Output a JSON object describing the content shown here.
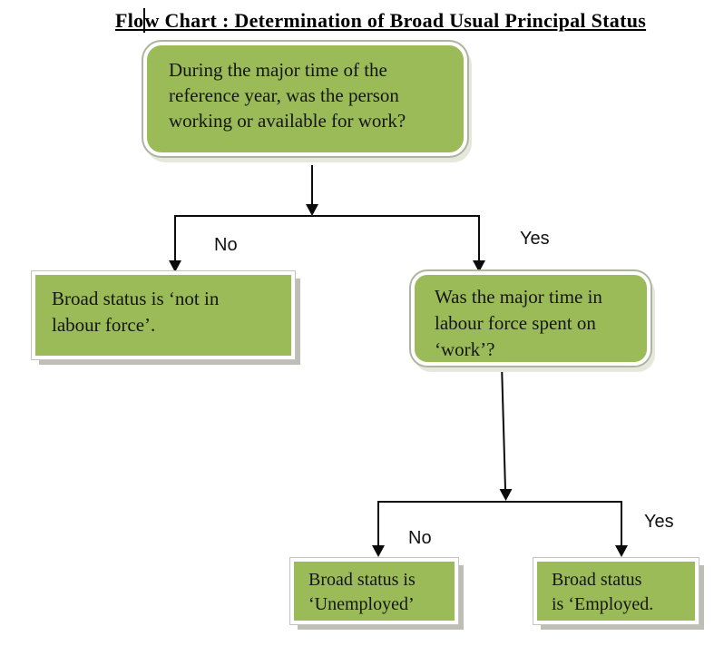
{
  "title": {
    "part1": "Flo",
    "part2": "w Chart : Determination of Broad Usual Principal Status"
  },
  "flowchart": {
    "root_question": "During the major time of the\nreference year, was the person\nworking or available for work?",
    "branch1_no": "No",
    "branch1_yes": "Yes",
    "result_not_in_labour_force": "Broad status is ‘not in\nlabour force’.",
    "question2": "Was the major time in\nlabour force spent on\n‘work’?",
    "branch2_no": "No",
    "branch2_yes": "Yes",
    "result_unemployed": "Broad status is\n‘Unemployed’",
    "result_employed": "Broad status\nis ‘Employed."
  },
  "colors": {
    "box_fill": "#9BBB59",
    "box_border": "#FFFFFF",
    "box_outline": "#AEB59E",
    "shadow": "#BEBEB6",
    "connector": "#0B0B0B",
    "text": "#151515"
  }
}
